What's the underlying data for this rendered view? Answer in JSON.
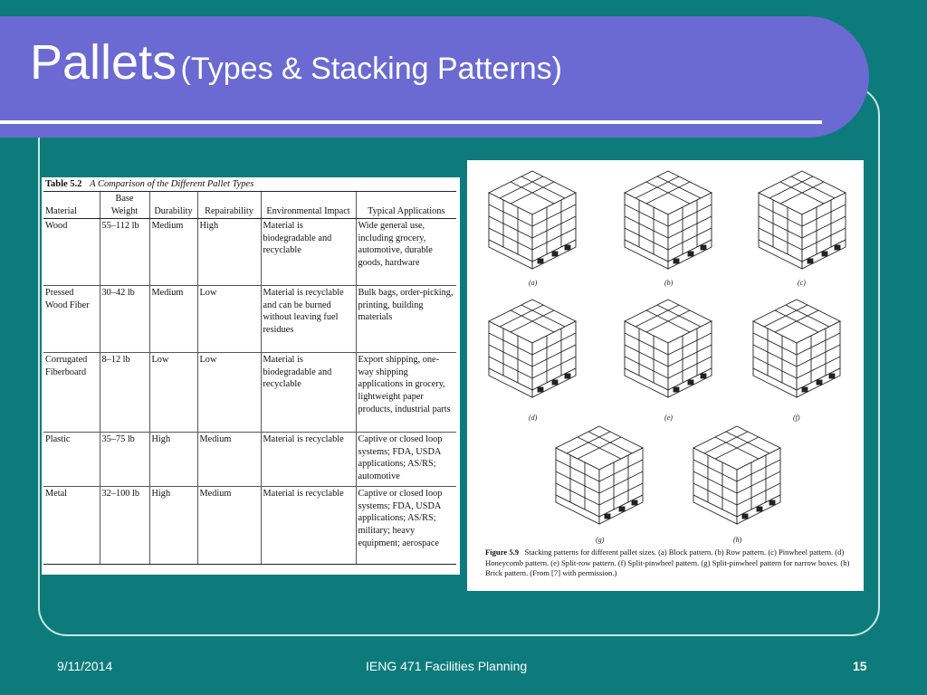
{
  "slide": {
    "title_main": "Pallets",
    "title_sub": "(Types & Stacking Patterns)",
    "colors": {
      "background": "#0d7b7b",
      "title_bar": "#6a6ad2",
      "frame": "#c9e7e3",
      "text": "#ffffff"
    }
  },
  "table": {
    "caption_num": "Table 5.2",
    "caption_text": "A Comparison of the Different Pallet Types",
    "headers": [
      "Material",
      "Base Weight",
      "Durability",
      "Repairability",
      "Environmental Impact",
      "Typical Applications"
    ],
    "rows": [
      [
        "Wood",
        "55–112 lb",
        "Medium",
        "High",
        "Material is biodegradable and recyclable",
        "Wide general use, including grocery, automotive, durable goods, hardware"
      ],
      [
        "Pressed Wood Fiber",
        "30–42 lb",
        "Medium",
        "Low",
        "Material is recyclable and can be burned without leaving fuel residues",
        "Bulk bags, order-picking, printing, building materials"
      ],
      [
        "Corrugated Fiberboard",
        "8–12 lb",
        "Low",
        "Low",
        "Material is biodegradable and recyclable",
        "Export shipping, one-way shipping applications in grocery, lightweight paper products, industrial parts"
      ],
      [
        "Plastic",
        "35–75 lb",
        "High",
        "Medium",
        "Material is recyclable",
        "Captive or closed loop systems; FDA, USDA applications; AS/RS; automotive"
      ],
      [
        "Metal",
        "32–100 lb",
        "High",
        "Medium",
        "Material is recyclable",
        "Captive or closed loop systems; FDA, USDA applications; AS/RS; military; heavy equipment; aerospace"
      ]
    ]
  },
  "figure": {
    "panels": [
      "(a)",
      "(b)",
      "(c)",
      "(d)",
      "(e)",
      "(f)",
      "(g)",
      "(h)"
    ],
    "caption_num": "Figure 5.9",
    "caption_text": "Stacking patterns for different pallet sizes. (a) Block pattern. (b) Row pattern. (c) Pinwheel pattern. (d) Honeycomb pattern. (e) Split-row pattern. (f) Split-pinwheel pattern. (g) Split-pinwheel pattern for narrow boxes. (h) Brick pattern. (From [7] with permission.)"
  },
  "footer": {
    "date": "9/11/2014",
    "course": "IENG 471 Facilities Planning",
    "page": "15"
  }
}
